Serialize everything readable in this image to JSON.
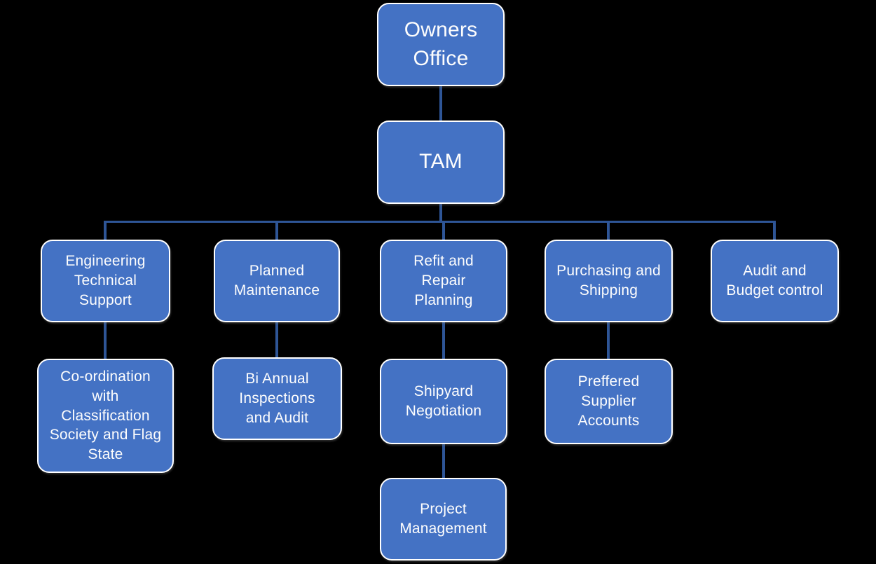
{
  "diagram": {
    "type": "org-chart",
    "background": "#000000",
    "colors": {
      "box_fill": "#4472C4",
      "box_border": "#FFFFFF",
      "connector": "#2E5596",
      "text": "#FFFFFF"
    },
    "nodes": {
      "owners_office": {
        "label": "Owners\nOffice"
      },
      "tam": {
        "label": "TAM"
      },
      "engineering_technical_support": {
        "label": "Engineering\nTechnical\nSupport"
      },
      "planned_maintenance": {
        "label": "Planned\nMaintenance"
      },
      "refit_and_repair_planning": {
        "label": "Refit and\nRepair\nPlanning"
      },
      "purchasing_and_shipping": {
        "label": "Purchasing and\nShipping"
      },
      "audit_and_budget_control": {
        "label": "Audit and\nBudget control"
      },
      "coordination_with_classification_society_and_flag_state": {
        "label": "Co-ordination\nwith\nClassification\nSociety and Flag\nState"
      },
      "bi_annual_inspections_and_audit": {
        "label": "Bi Annual\nInspections\nand Audit"
      },
      "shipyard_negotiation": {
        "label": "Shipyard\nNegotiation"
      },
      "preffered_supplier_accounts": {
        "label": "Preffered\nSupplier\nAccounts"
      },
      "project_management": {
        "label": "Project\nManagement"
      }
    },
    "edges": [
      {
        "from": "owners_office",
        "to": "tam"
      },
      {
        "from": "tam",
        "to": "engineering_technical_support"
      },
      {
        "from": "tam",
        "to": "planned_maintenance"
      },
      {
        "from": "tam",
        "to": "refit_and_repair_planning"
      },
      {
        "from": "tam",
        "to": "purchasing_and_shipping"
      },
      {
        "from": "tam",
        "to": "audit_and_budget_control"
      },
      {
        "from": "engineering_technical_support",
        "to": "coordination_with_classification_society_and_flag_state"
      },
      {
        "from": "planned_maintenance",
        "to": "bi_annual_inspections_and_audit"
      },
      {
        "from": "refit_and_repair_planning",
        "to": "shipyard_negotiation"
      },
      {
        "from": "purchasing_and_shipping",
        "to": "preffered_supplier_accounts"
      },
      {
        "from": "shipyard_negotiation",
        "to": "project_management"
      }
    ]
  }
}
